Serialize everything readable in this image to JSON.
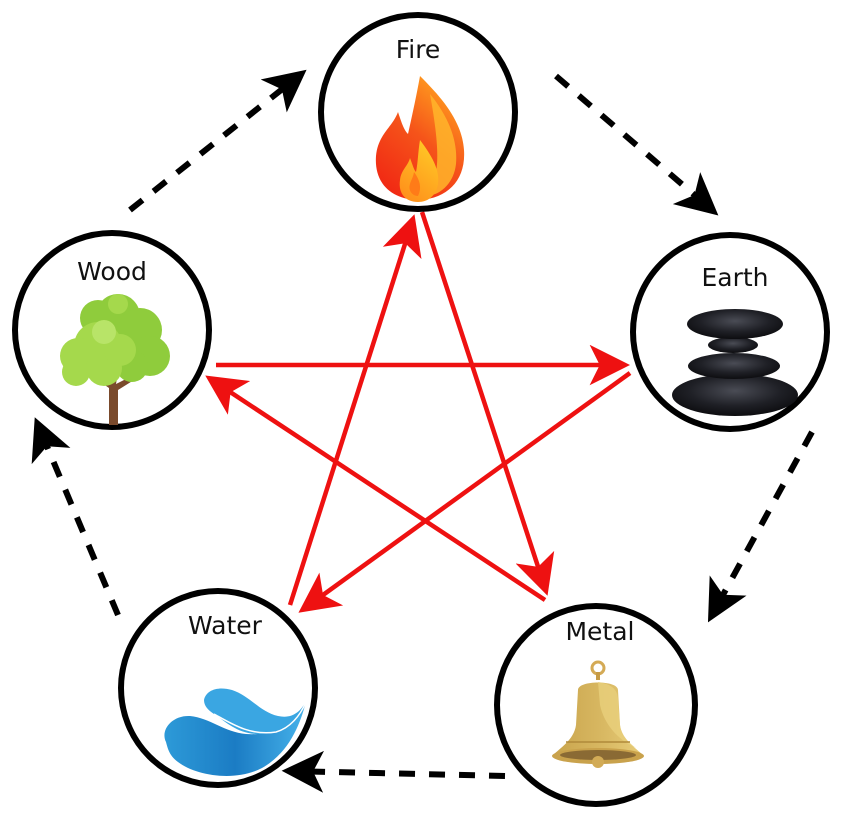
{
  "title": "Five Elements (Wu Xing) Cycle",
  "elements": [
    {
      "id": "fire",
      "label": "Fire",
      "icon": "flame-icon"
    },
    {
      "id": "earth",
      "label": "Earth",
      "icon": "stacked-stones-icon"
    },
    {
      "id": "metal",
      "label": "Metal",
      "icon": "bell-icon"
    },
    {
      "id": "water",
      "label": "Water",
      "icon": "wave-icon"
    },
    {
      "id": "wood",
      "label": "Wood",
      "icon": "tree-icon"
    }
  ],
  "generating_cycle": {
    "style": "black dashed arrows",
    "color": "#000000",
    "edges": [
      {
        "from": "wood",
        "to": "fire"
      },
      {
        "from": "fire",
        "to": "earth"
      },
      {
        "from": "earth",
        "to": "metal"
      },
      {
        "from": "metal",
        "to": "water"
      },
      {
        "from": "water",
        "to": "wood"
      }
    ]
  },
  "controlling_cycle": {
    "style": "red solid arrows",
    "color": "#ee1111",
    "edges": [
      {
        "from": "water",
        "to": "fire"
      },
      {
        "from": "fire",
        "to": "metal"
      },
      {
        "from": "metal",
        "to": "wood"
      },
      {
        "from": "wood",
        "to": "earth"
      },
      {
        "from": "earth",
        "to": "water"
      }
    ]
  },
  "colors": {
    "ring": "#000000",
    "fire_outer": "#f03a14",
    "fire_inner": "#ffb21a",
    "tree_leaf": "#8fcc3c",
    "tree_leaf_light": "#b2e05a",
    "tree_trunk": "#7a4a2c",
    "stone": "#1c1d22",
    "water": "#2a95d6",
    "bell": "#d9b65e"
  }
}
